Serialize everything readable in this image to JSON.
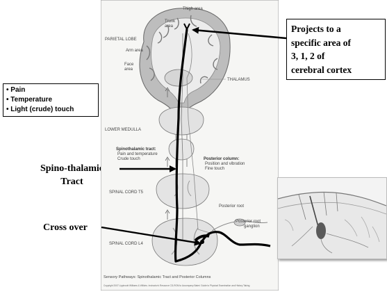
{
  "left_box": {
    "items": [
      "Pain",
      "Temperature",
      "Light (crude) touch"
    ]
  },
  "right_box": {
    "lines": [
      "Projects to a",
      "specific area of",
      "3, 1, 2 of",
      "cerebral cortex"
    ]
  },
  "labels": {
    "spinothalamic_line1": "Spino-thalamic",
    "spinothalamic_line2": "Tract",
    "cross_over": "Cross over"
  },
  "figure": {
    "thigh_area": "Thigh area",
    "trunk_area_1": "Trunk",
    "trunk_area_2": "area",
    "parietal_lobe": "PARIETAL LOBE",
    "arm_area": "Arm area",
    "face_area_1": "Face",
    "face_area_2": "area",
    "thalamus": "THALAMUS",
    "lower_medulla": "LOWER MEDULLA",
    "spinothalamic_tract": "Spinothalamic tract:",
    "pain_temp": "Pain and temperature",
    "crude_touch": "Crude touch",
    "posterior_column": "Posterior column:",
    "position_vibration": "Position and vibration",
    "fine_touch": "Fine touch",
    "spinal_t5": "SPINAL CORD T5",
    "posterior_root": "Posterior root",
    "posterior_root_ganglion_1": "Posterior root",
    "posterior_root_ganglion_2": "ganglion",
    "spinal_l4": "SPINAL CORD L4",
    "caption": "Sensory Pathways: Spinothalamic Tract and Posterior Columns",
    "copyright": "Copyright 2007 Lippincott Williams & Wilkins. Instructor's Resource CD-ROM to Accompany Bates' Guide to Physical Examination and History Taking"
  }
}
